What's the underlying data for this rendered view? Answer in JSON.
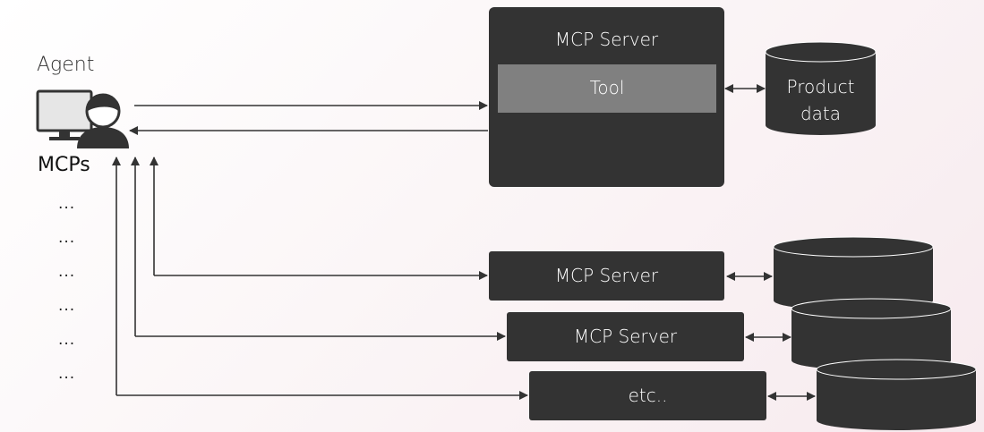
{
  "agent": {
    "label": "Agent",
    "mcps_label": "MCPs"
  },
  "ellipses": [
    "...",
    "...",
    "...",
    "...",
    "...",
    "..."
  ],
  "main_server": {
    "title": "MCP Server",
    "tool_label": "Tool",
    "datastore_label": "Product data"
  },
  "servers": [
    {
      "label": "MCP Server"
    },
    {
      "label": "MCP Server"
    },
    {
      "label": "etc.."
    }
  ],
  "colors": {
    "box_fill": "#333333",
    "tool_fill": "#808080",
    "arrow": "#333333",
    "text_light": "#ffffff"
  }
}
